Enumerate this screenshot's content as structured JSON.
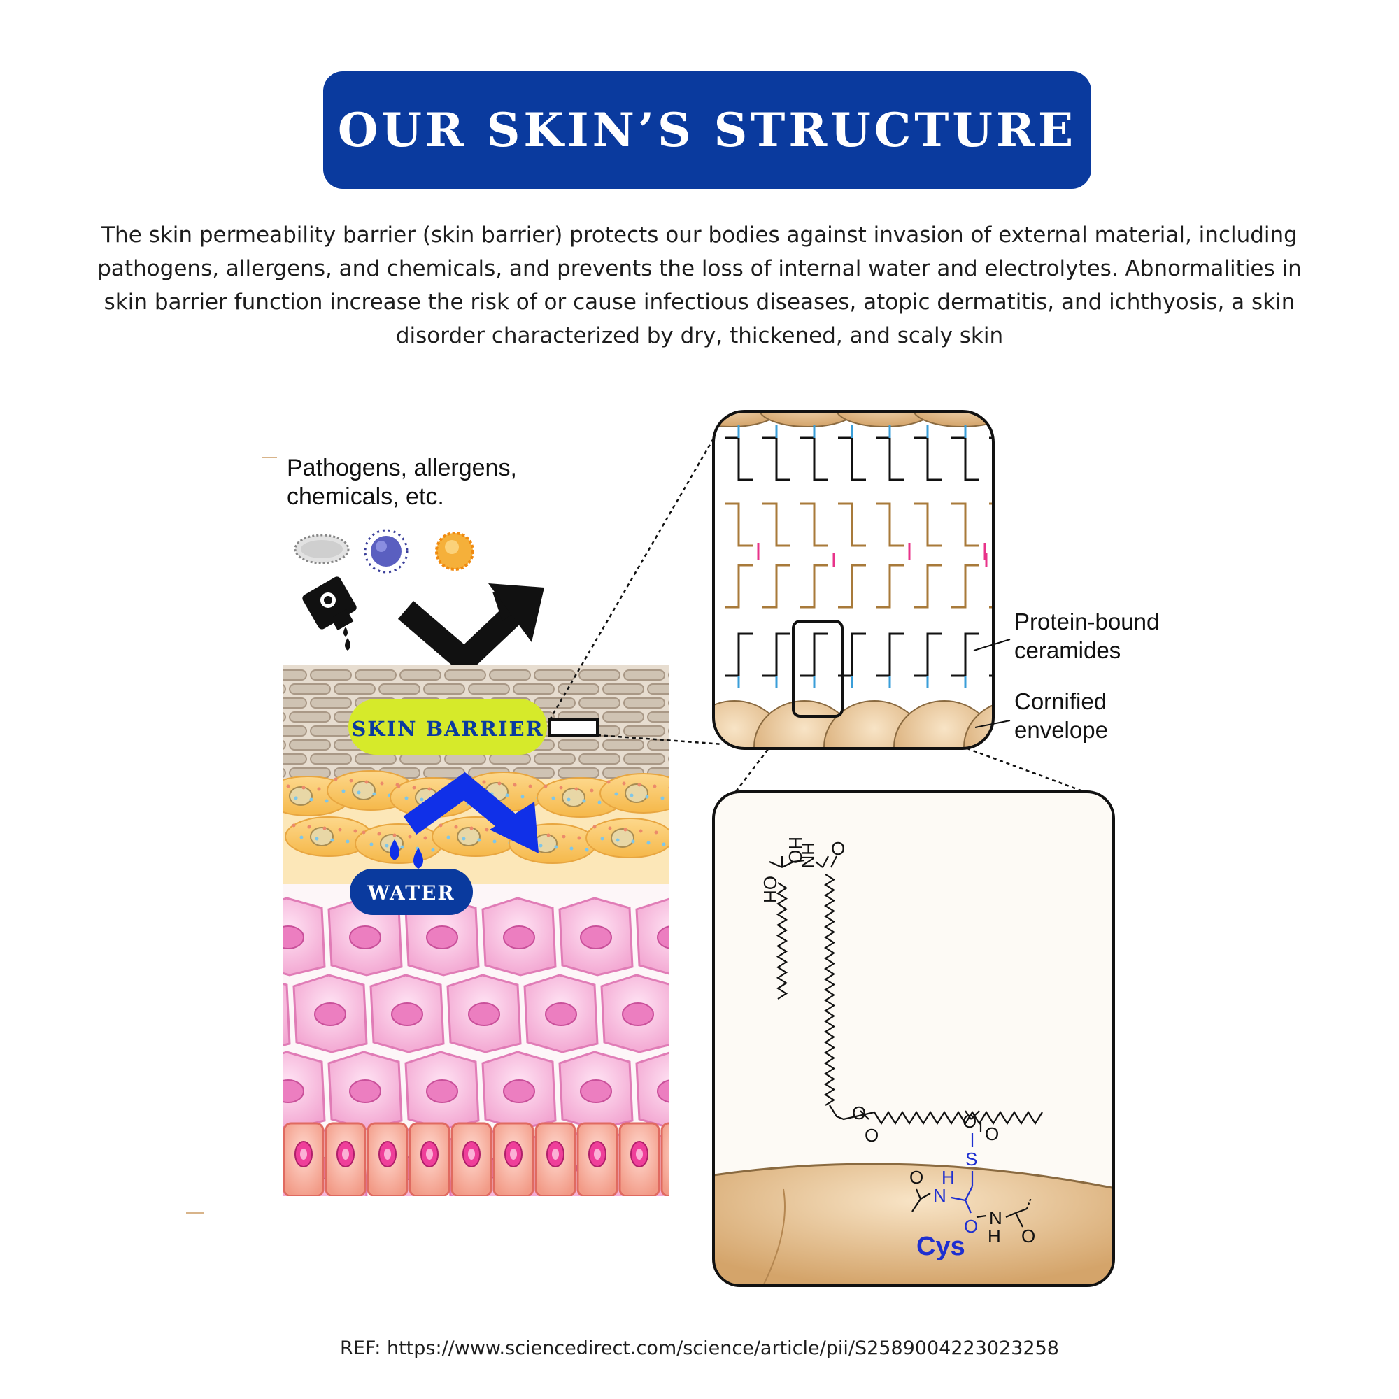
{
  "title": "OUR SKIN’S STRUCTURE",
  "description": "The skin permeability barrier (skin barrier) protects our bodies against invasion of external material, including pathogens, allergens, and chemicals, and prevents the loss of internal water and electrolytes. Abnormalities in skin barrier function increase the risk of or cause infectious diseases, atopic dermatitis, and ichthyosis, a skin disorder characterized by dry, thickened, and scaly skin",
  "diagram": {
    "pathogens_line1": "Pathogens, allergens,",
    "pathogens_line2": "chemicals, etc.",
    "skin_barrier_label": "SKIN BARRIER",
    "water_label": "WATER",
    "protein_bound_line1": "Protein-bound",
    "protein_bound_line2": "ceramides",
    "cornified_line1": "Cornified",
    "cornified_line2": "envelope",
    "chem": {
      "oh1": "HO",
      "oh2": "OH",
      "hn": "HN",
      "o_carbonyl": "O",
      "o_ester": "O",
      "o_ester2": "O",
      "o_bottom": "O",
      "o_keto": "O",
      "s": "S",
      "h1": "H",
      "n1": "N",
      "o_acetyl": "O",
      "o_amide": "O",
      "n2": "N",
      "h2": "H",
      "o_right": "O",
      "cys": "Cys"
    }
  },
  "reference": "REF: https://www.sciencedirect.com/science/article/pii/S2589004223023258",
  "colors": {
    "title_bg": "#0a3a9e",
    "skin_barrier_pill": "#d6ea2a",
    "water_pill": "#0a3a9e",
    "water_arrow": "#1030e8",
    "cys_blue": "#1e2fd0"
  }
}
